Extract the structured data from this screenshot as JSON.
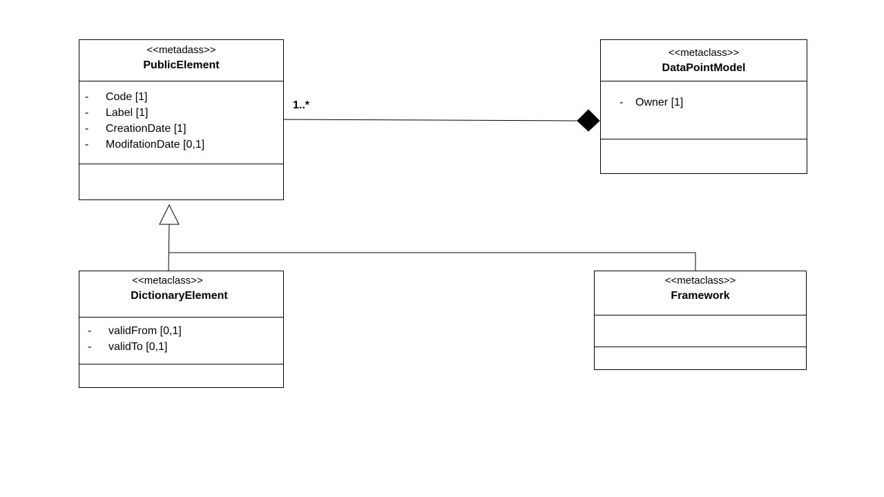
{
  "classes": {
    "public_element": {
      "stereotype": "<<metadass>>",
      "name": "PublicElement",
      "attributes": [
        {
          "visibility": "-",
          "label": "Code [1]"
        },
        {
          "visibility": "-",
          "label": "Label [1]"
        },
        {
          "visibility": "-",
          "label": "CreationDate [1]"
        },
        {
          "visibility": "-",
          "label": "ModifationDate [0,1]"
        }
      ]
    },
    "data_point_model": {
      "stereotype": "<<metaclass>>",
      "name": "DataPointModel",
      "attributes": [
        {
          "visibility": "-",
          "label": "Owner [1]"
        }
      ]
    },
    "dictionary_element": {
      "stereotype": "<<metaclass>>",
      "name": "DictionaryElement",
      "attributes": [
        {
          "visibility": "-",
          "label": "validFrom [0,1]"
        },
        {
          "visibility": "-",
          "label": "validTo [0,1]"
        }
      ]
    },
    "framework": {
      "stereotype": "<<metaclass>>",
      "name": "Framework",
      "attributes": []
    }
  },
  "relations": {
    "composition": {
      "type": "composition",
      "from": "PublicElement",
      "to": "DataPointModel",
      "multiplicity": "1..*"
    },
    "generalization": {
      "type": "generalization",
      "parent": "PublicElement",
      "children": [
        "DictionaryElement",
        "Framework"
      ]
    }
  }
}
